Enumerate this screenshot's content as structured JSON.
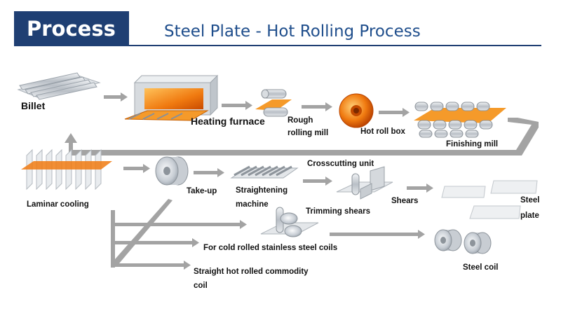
{
  "header": {
    "section": "Process",
    "title": "Steel Plate - Hot Rolling Process"
  },
  "colors": {
    "header_navy": "#1f3f73",
    "title_blue": "#1f4e8c",
    "arrow_gray": "#a3a3a3",
    "steel": "#c9ced4",
    "hot_orange": "#f07a10"
  },
  "labels": {
    "billet": "Billet",
    "heating_furnace": "Heating furnace",
    "rough_rolling_mill_1": "Rough",
    "rough_rolling_mill_2": "rolling mill",
    "hot_roll_box": "Hot roll box",
    "finishing_mill": "Finishing mill",
    "laminar_cooling": "Laminar cooling",
    "take_up": "Take-up",
    "straightening_machine_1": "Straightening",
    "straightening_machine_2": "machine",
    "crosscutting_unit": "Crosscutting unit",
    "shears": "Shears",
    "steel_plate_1": "Steel",
    "steel_plate_2": "plate",
    "trimming_shears": "Trimming shears",
    "cold_rolled_coils": "For cold rolled stainless steel coils",
    "steel_coil": "Steel coil",
    "commodity_coil_1": "Straight hot rolled commodity",
    "commodity_coil_2": "coil"
  }
}
